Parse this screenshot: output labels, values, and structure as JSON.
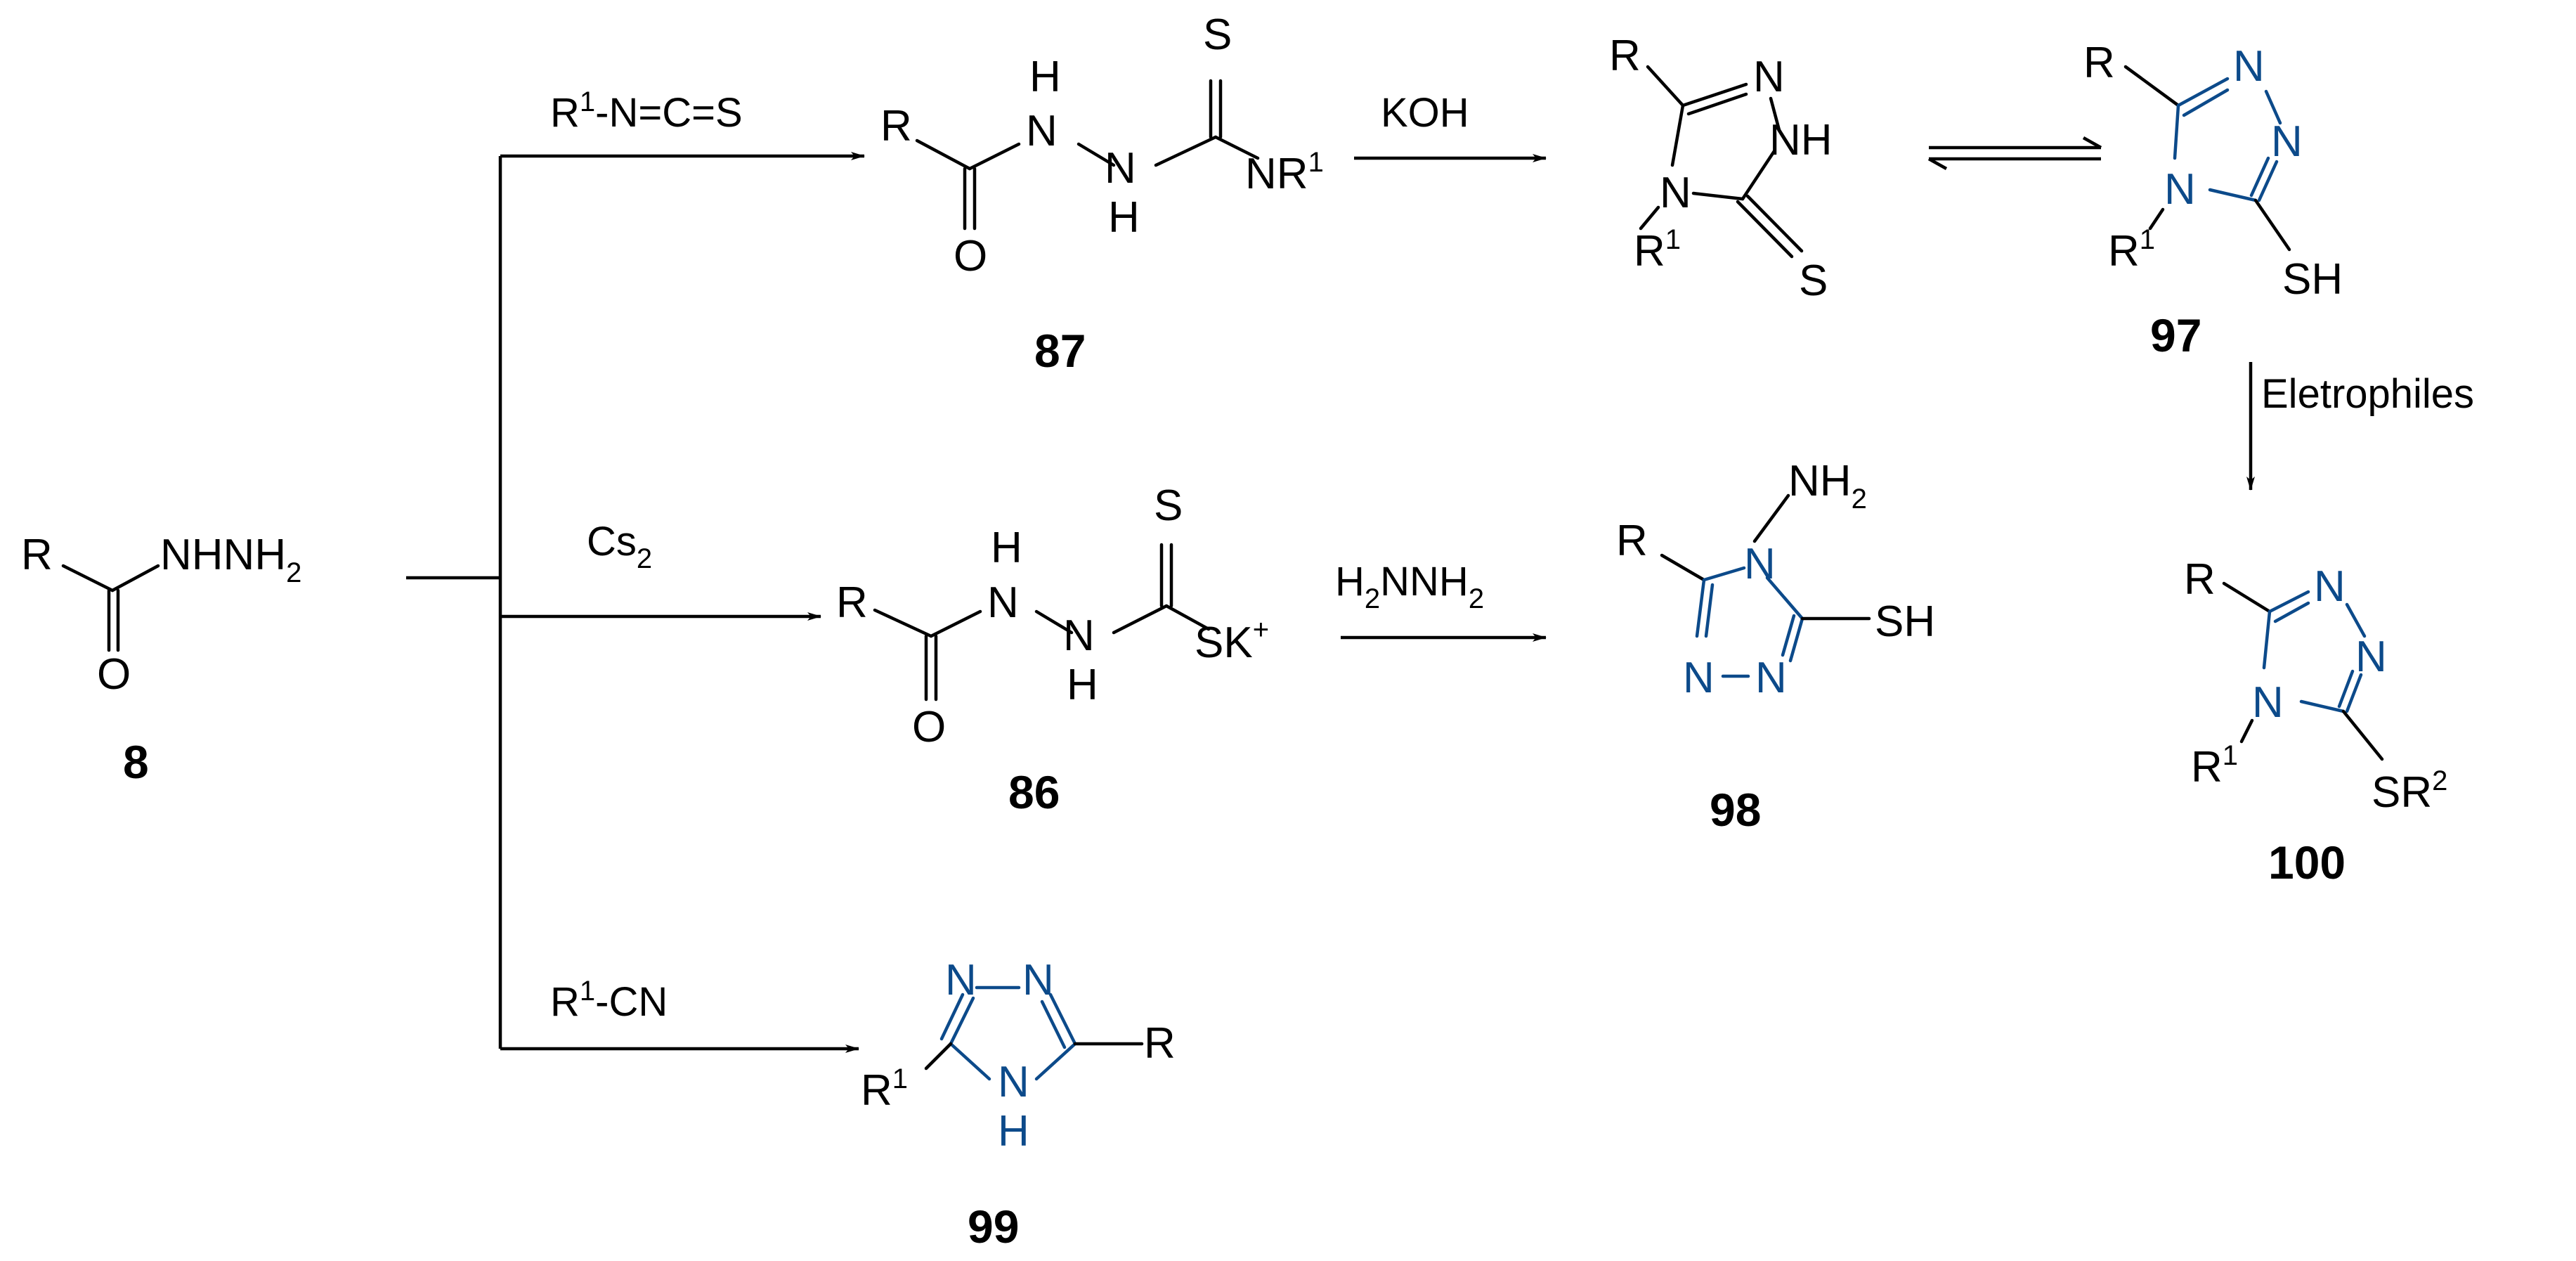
{
  "colors": {
    "ink": "#000000",
    "ring_blue": "#0c4a8a"
  },
  "compounds": {
    "c8": {
      "number": "8",
      "atoms": {
        "r": "R",
        "nhnh": "NHNH",
        "sub2": "2",
        "o": "O"
      }
    },
    "c87": {
      "number": "87",
      "atoms": {
        "r": "R",
        "o": "O",
        "h1": "H",
        "n1": "N",
        "n2": "N",
        "h2": "H",
        "s": "S",
        "nr": "NR",
        "sup1": "1"
      }
    },
    "thione": {
      "atoms": {
        "r": "R",
        "n_top": "N",
        "nh": "NH",
        "n4": "N",
        "r1": "R",
        "sup1": "1",
        "s": "S"
      }
    },
    "c97": {
      "number": "97",
      "atoms": {
        "r": "R",
        "n_top": "N",
        "n_right": "N",
        "n4": "N",
        "r1": "R",
        "sup1": "1",
        "sh": "SH"
      }
    },
    "c86": {
      "number": "86",
      "atoms": {
        "r": "R",
        "o": "O",
        "h1": "H",
        "n1": "N",
        "n2": "N",
        "h2": "H",
        "s": "S",
        "sk": "SK",
        "plus": "+"
      }
    },
    "c98": {
      "number": "98",
      "atoms": {
        "nh": "NH",
        "sub2": "2",
        "r": "R",
        "n4": "N",
        "n_bl": "N",
        "n_br": "N",
        "sh": "SH"
      }
    },
    "c100": {
      "number": "100",
      "atoms": {
        "r": "R",
        "n_top": "N",
        "n_right": "N",
        "n4": "N",
        "r1": "R",
        "sup1": "1",
        "sr": "SR",
        "sup2": "2"
      }
    },
    "c99": {
      "number": "99",
      "atoms": {
        "n_tl": "N",
        "n_tr": "N",
        "r": "R",
        "r1": "R",
        "sup1": "1",
        "n": "N",
        "h": "H"
      }
    }
  },
  "conditions": {
    "isothiocyanate": {
      "a": "R",
      "sup": "1",
      "b": "-N=C=S"
    },
    "koh": "KOH",
    "cs2": {
      "a": "Cs",
      "sub": "2"
    },
    "hydrazine": {
      "a": "H",
      "sub1": "2",
      "b": "NNH",
      "sub2": "2"
    },
    "electrophiles": "Eletrophiles",
    "nitrile": {
      "a": "R",
      "sup": "1",
      "b": "-CN"
    }
  }
}
